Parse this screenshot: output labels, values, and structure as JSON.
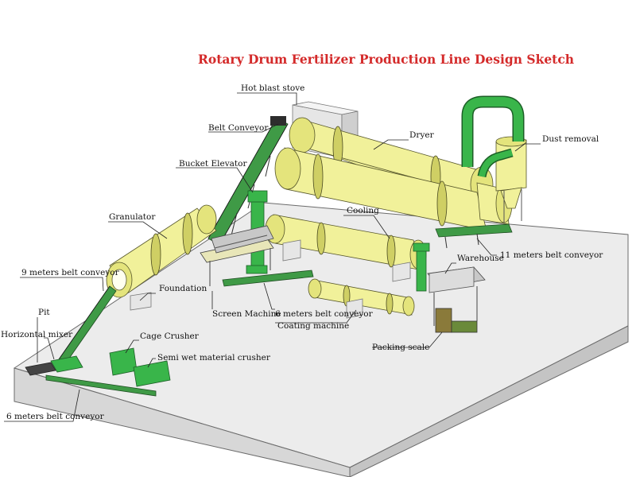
{
  "title": "Rotary Drum Fertilizer Production Line Design Sketch",
  "labels": {
    "hot_blast_stove": "Hot blast stove",
    "belt_conveyor": "Belt Conveyor",
    "dryer": "Dryer",
    "dust_removal": "Dust removal",
    "bucket_elevator": "Bucket Elevator",
    "cooling": "Cooling",
    "granulator": "Granulator",
    "warehouse": "Warehouse",
    "belt_conveyor_11m": "11 meters belt conveyor",
    "belt_conveyor_9m": "9 meters belt conveyor",
    "foundation": "Foundation",
    "screen_machine": "Screen Machine",
    "belt_conveyor_6m_upper": "6 meters belt conveyor",
    "coating_machine": "Coating machine",
    "pit": "Pit",
    "horizontal_mixer": "Horizontal mixer",
    "cage_crusher": "Cage Crusher",
    "semi_wet_crusher": "Semi wet material crusher",
    "packing_scale": "Packing scale",
    "belt_conveyor_6m_lower": "6 meters belt conveyor"
  },
  "colors": {
    "title": "#d42a2a",
    "drum": "#f1f19a",
    "equipment_green": "#39b54a",
    "floor": "#e9e9e9"
  }
}
